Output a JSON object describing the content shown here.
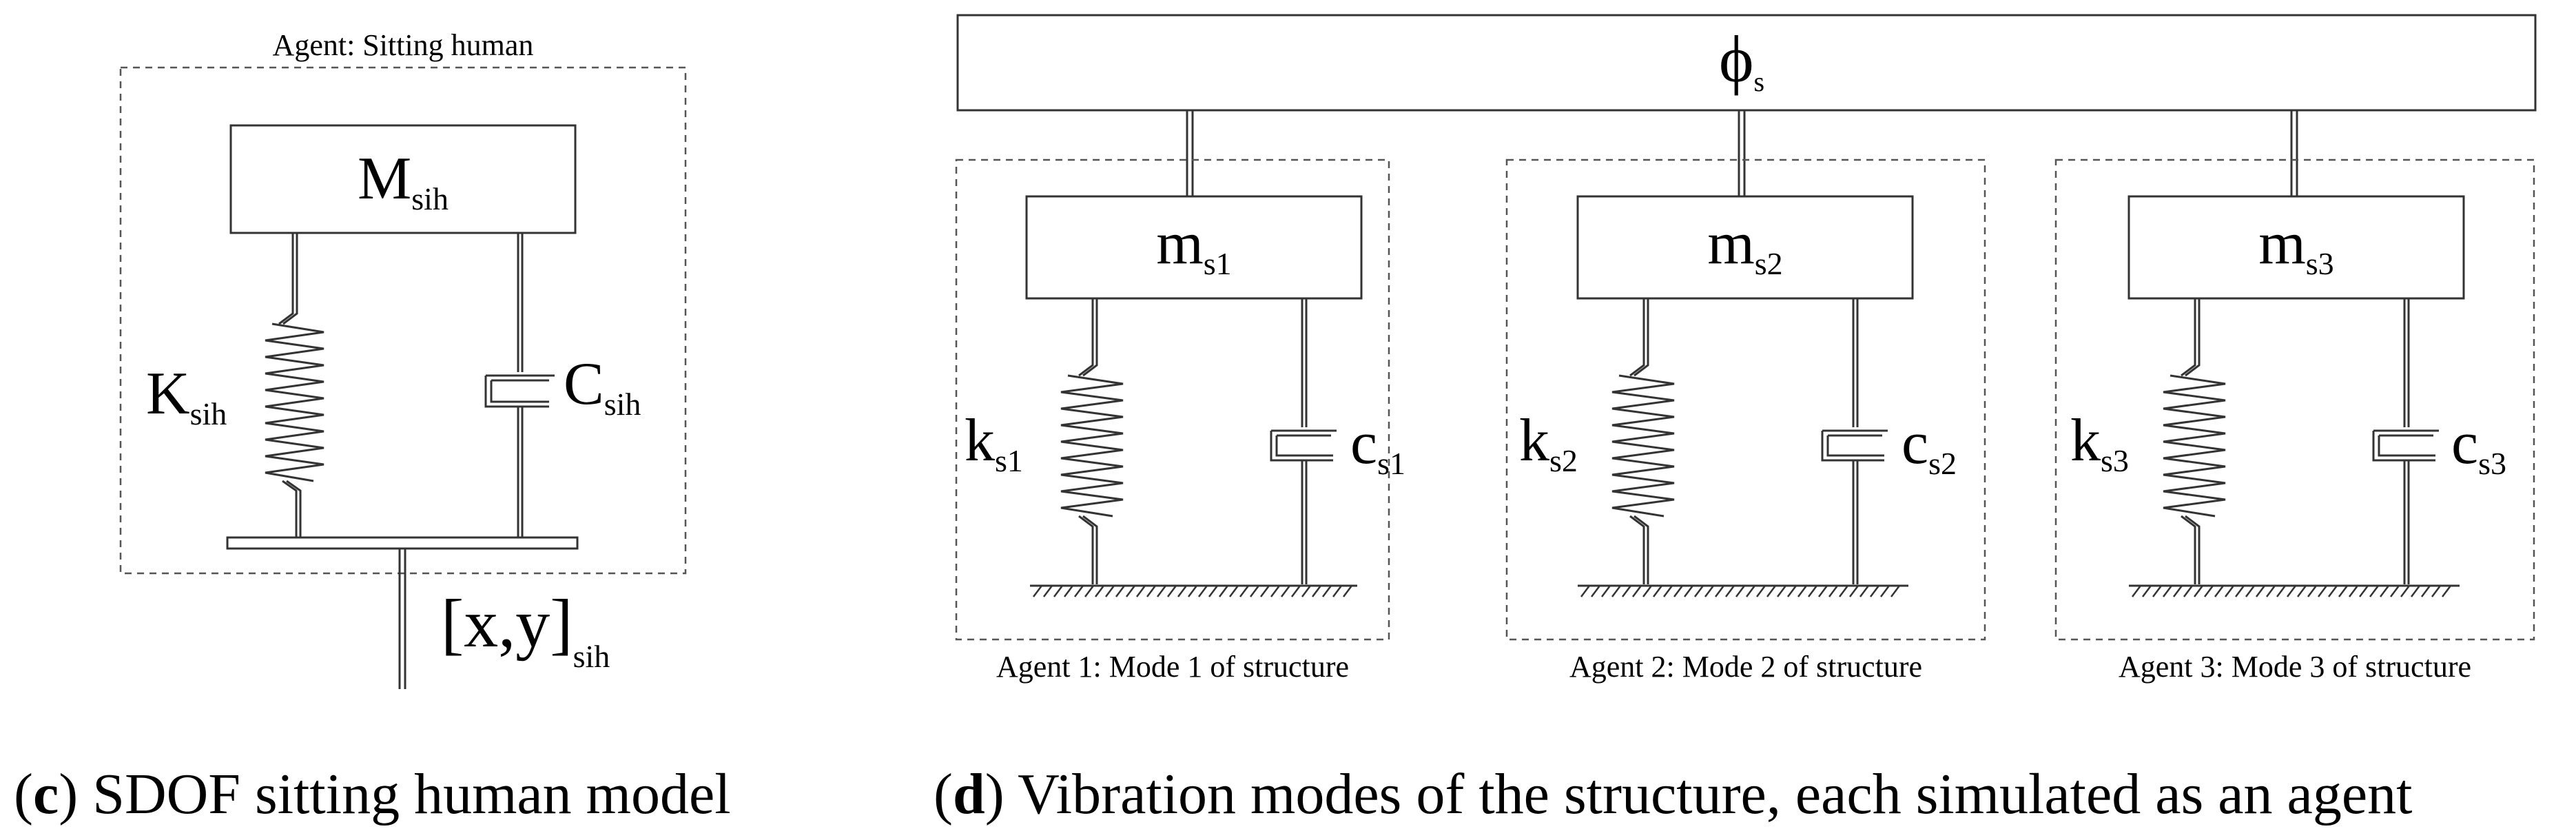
{
  "panel_c": {
    "agent_title": "Agent: Sitting human",
    "mass_symbol": "M",
    "mass_sub": "sih",
    "spring_symbol": "K",
    "spring_sub": "sih",
    "damper_symbol": "C",
    "damper_sub": "sih",
    "output_symbol": "[x,y]",
    "output_sub": "sih",
    "caption_letter": "c",
    "caption_text": "SDOF sitting human model"
  },
  "panel_d": {
    "top_symbol": "ϕ",
    "top_sub": "s",
    "agents": [
      {
        "mass_symbol": "m",
        "mass_sub": "s1",
        "spring_symbol": "k",
        "spring_sub": "s1",
        "damper_symbol": "c",
        "damper_sub": "s1",
        "label": "Agent 1: Mode 1 of structure"
      },
      {
        "mass_symbol": "m",
        "mass_sub": "s2",
        "spring_symbol": "k",
        "spring_sub": "s2",
        "damper_symbol": "c",
        "damper_sub": "s2",
        "label": "Agent 2: Mode 2 of structure"
      },
      {
        "mass_symbol": "m",
        "mass_sub": "s3",
        "spring_symbol": "k",
        "spring_sub": "s3",
        "damper_symbol": "c",
        "damper_sub": "s3",
        "label": "Agent 3: Mode 3 of structure"
      }
    ],
    "caption_letter": "d",
    "caption_text": "Vibration modes of the structure, each simulated as an agent"
  }
}
